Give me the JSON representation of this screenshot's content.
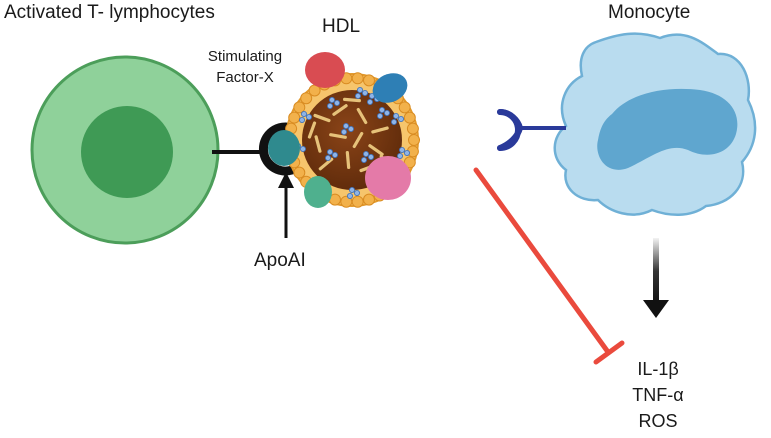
{
  "labels": {
    "t_cell": "Activated T- lymphocytes",
    "hdl": "HDL",
    "monocyte": "Monocyte",
    "stimulating_factor_line1": "Stimulating",
    "stimulating_factor_line2": "Factor-X",
    "apoai": "ApoAI"
  },
  "cytokines": [
    "IL-1β",
    "TNF-α",
    "ROS"
  ],
  "colors": {
    "t_cell_outer": "#8fd19a",
    "t_cell_outer_stroke": "#4c9e5a",
    "t_cell_nucleus": "#3f9a55",
    "hdl_core": "#7a3a12",
    "hdl_shell": "#f2b14b",
    "apo_red": "#d94c52",
    "apo_blue": "#2e7fb5",
    "apo_teal": "#2f8a8e",
    "apo_green": "#4fb08e",
    "apo_pink": "#e47aa8",
    "monocyte_body": "#b9dcef",
    "monocyte_stroke": "#6fb0d6",
    "monocyte_nucleus": "#5fa6cf",
    "receptor": "#2a3a9a",
    "inhibition": "#ea4a3d",
    "arrow": "#111111"
  }
}
